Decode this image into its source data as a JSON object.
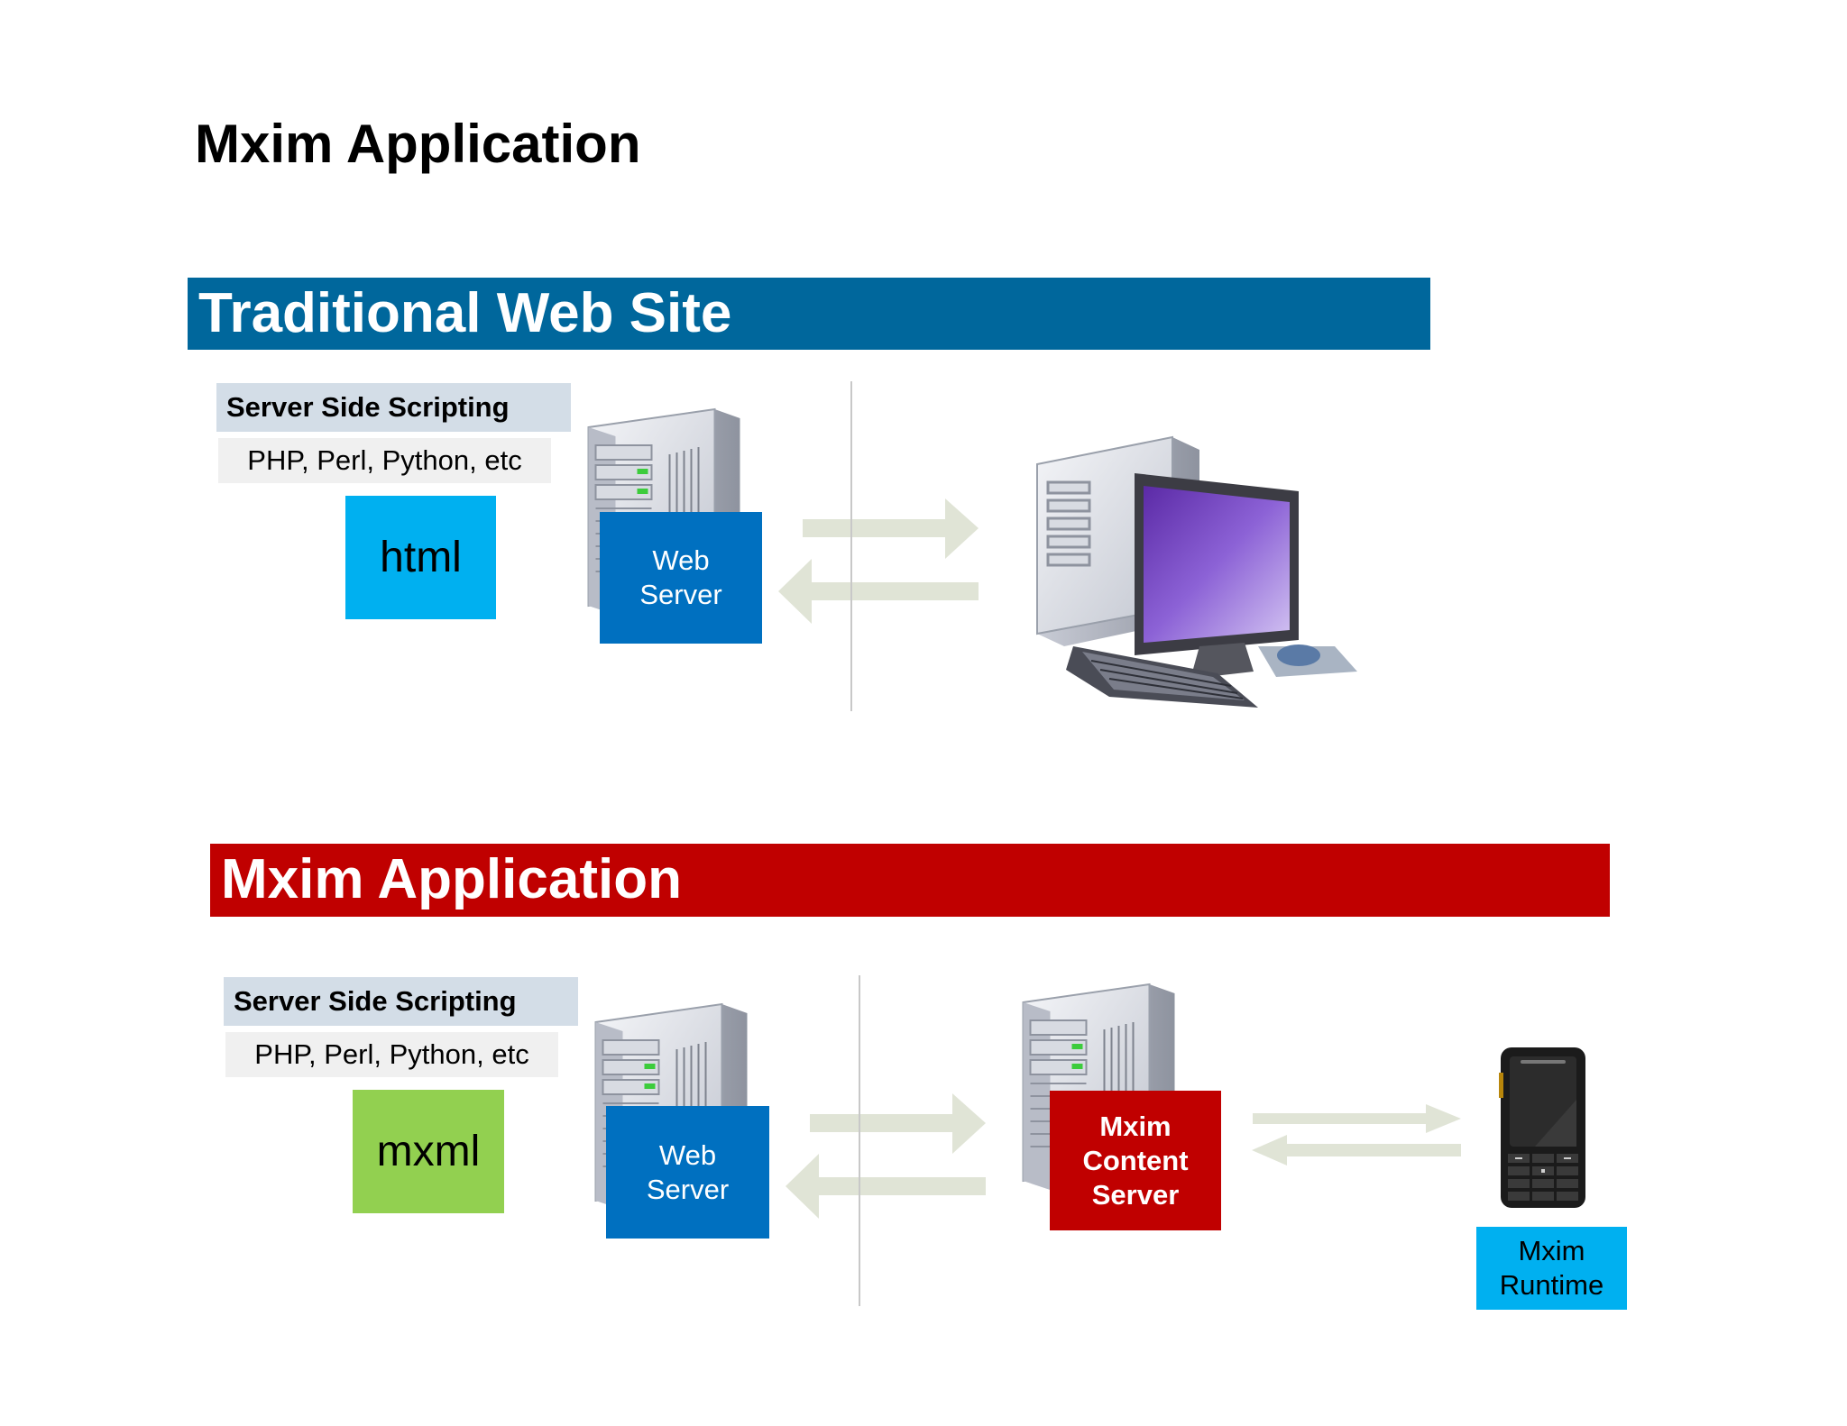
{
  "title": "Mxim Application",
  "sections": {
    "traditional": {
      "banner": "Traditional Web Site",
      "scripting_label": "Server Side Scripting",
      "scripting_languages": "PHP, Perl, Python, etc",
      "markup_tag": "html",
      "web_server": {
        "line1": "Web",
        "line2": "Server"
      }
    },
    "mxim": {
      "banner": "Mxim Application",
      "scripting_label": "Server Side Scripting",
      "scripting_languages": "PHP, Perl, Python, etc",
      "markup_tag": "mxml",
      "web_server": {
        "line1": "Web",
        "line2": "Server"
      },
      "content_server": {
        "line1": "Mxim",
        "line2": "Content",
        "line3": "Server"
      },
      "runtime": {
        "line1": "Mxim",
        "line2": "Runtime"
      }
    }
  },
  "colors": {
    "traditional_banner": "#00679c",
    "mxim_banner": "#c00000",
    "web_server_box": "#0070c0",
    "html_box": "#00b0f0",
    "mxml_box": "#92d050",
    "content_server_box": "#c00000",
    "runtime_box": "#00b0f0",
    "arrow": "#e0e4d6"
  },
  "icons": [
    "server-tower-icon",
    "desktop-computer-icon",
    "mobile-phone-icon",
    "double-arrow-icon"
  ]
}
